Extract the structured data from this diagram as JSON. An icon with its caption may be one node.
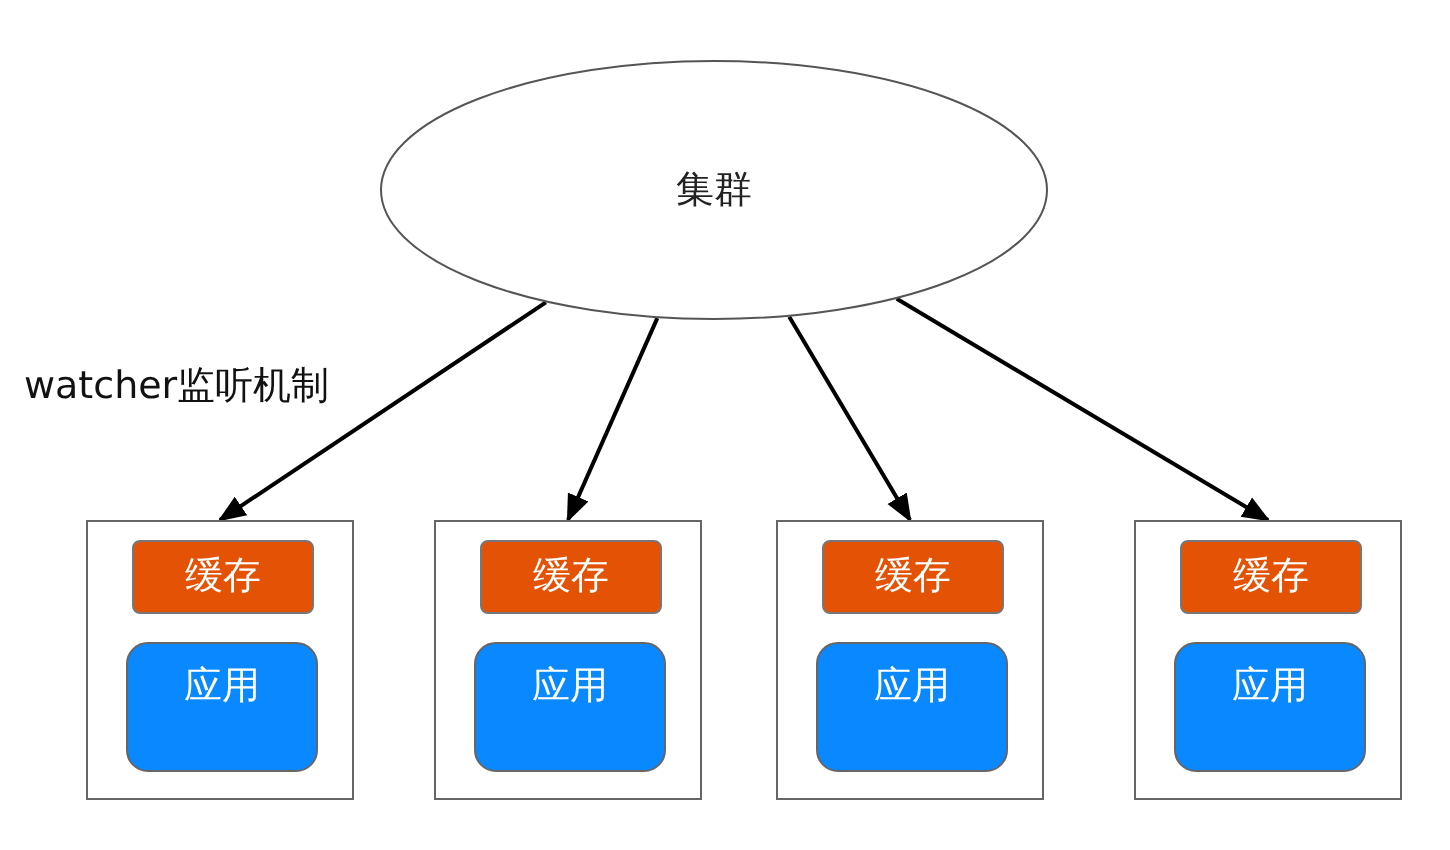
{
  "diagram": {
    "nodes": [
      {
        "text": [
          "集群"
        ]
      },
      {
        "text": [],
        "shape": "box"
      },
      {
        "text": [
          "缓存"
        ],
        "in": 1
      },
      {
        "text": [
          "应用"
        ],
        "in": 1
      },
      {
        "text": [],
        "shape": "box"
      },
      {
        "text": [
          "缓存"
        ],
        "in": 4
      },
      {
        "text": [
          "应用"
        ],
        "in": 4
      },
      {
        "text": [],
        "shape": "box"
      },
      {
        "text": [
          "缓存"
        ],
        "in": 7
      },
      {
        "text": [
          "应用"
        ],
        "in": 7
      },
      {
        "text": [],
        "shape": "box"
      },
      {
        "text": [
          "缓存"
        ],
        "in": 10
      },
      {
        "text": [
          "应用"
        ],
        "in": 10
      }
    ],
    "edges": [
      {
        "from": 0,
        "to": 1,
        "arrow": "to"
      },
      {
        "from": 0,
        "to": 4,
        "arrow": "to"
      },
      {
        "from": 0,
        "to": 7,
        "arrow": "to"
      },
      {
        "from": 0,
        "to": 10,
        "arrow": "to"
      }
    ],
    "labels": [
      "watcher监听机制"
    ]
  }
}
